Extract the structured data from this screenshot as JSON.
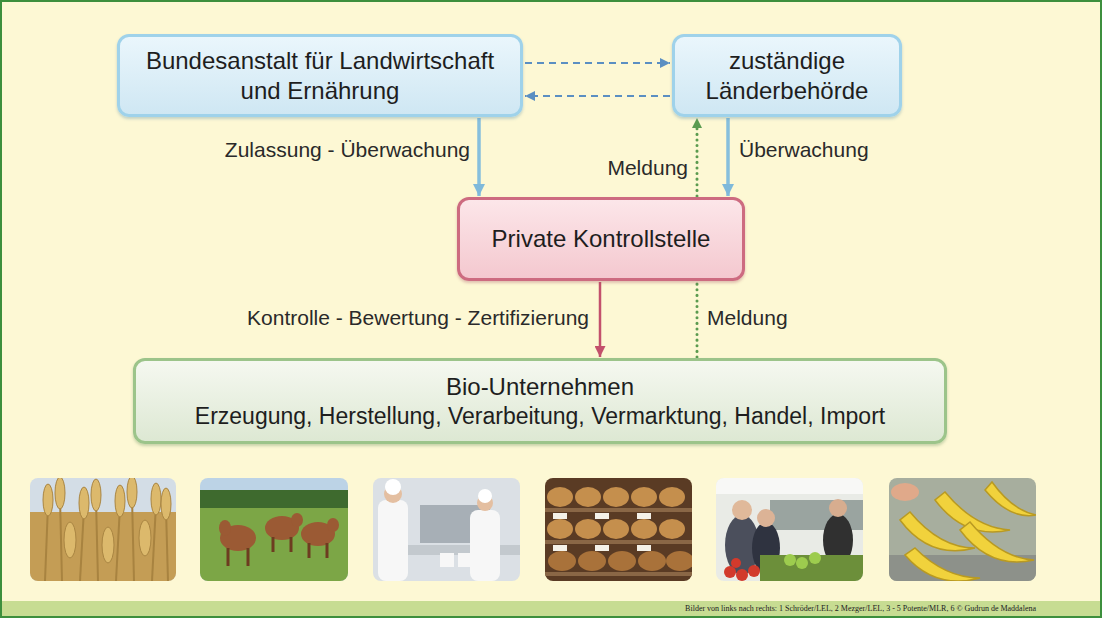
{
  "diagram": {
    "nodes": [
      {
        "text": [
          "Bundesanstalt für Landwirtschaft und Ernährung"
        ]
      },
      {
        "text": [
          "zuständige Länderbehörde"
        ]
      },
      {
        "text": [
          "Private Kontrollstelle"
        ]
      },
      {
        "text": [
          "Bio-Unternehmen",
          "Erzeugung, Herstellung, Verarbeitung, Vermarktung, Handel, Import"
        ]
      }
    ],
    "edges": [
      {
        "from": 0,
        "to": 1,
        "arrow": "to"
      },
      {
        "from": 1,
        "to": 0,
        "arrow": "to"
      },
      {
        "from": 0,
        "to": 2,
        "label": "Zulassung - Überwachung",
        "arrow": "to"
      },
      {
        "from": 1,
        "to": 2,
        "label": "Überwachung",
        "arrow": "to"
      },
      {
        "from": 2,
        "to": 1,
        "label": "Meldung",
        "arrow": "to"
      },
      {
        "from": 3,
        "to": 2,
        "label": "Meldung",
        "arrow": "none"
      },
      {
        "from": 2,
        "to": 3,
        "label": "Kontrolle - Bewertung - Zertifizierung",
        "arrow": "to"
      }
    ],
    "labels": [
      "Bilder von links nach rechts: 1 Schröder/LEL, 2 Mezger/LEL, 3 - 5 Potente/MLR, 6 © Gudrun de Maddalena"
    ]
  }
}
